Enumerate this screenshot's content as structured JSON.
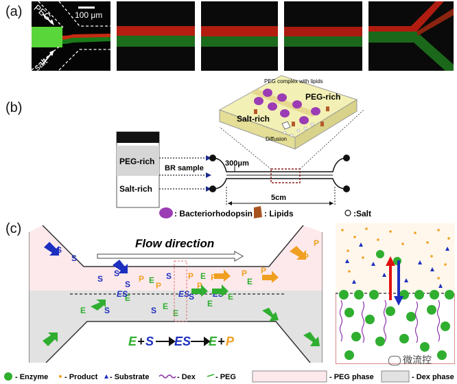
{
  "panel_a": {
    "label": "(a)",
    "scalebar": "100 μm",
    "inlet_top": "PEG",
    "inlet_bottom": "salt"
  },
  "panel_b": {
    "label": "(b)",
    "sample_top": "PEG-rich",
    "sample_bottom": "Salt-rich",
    "br_sample": "BR sample",
    "width_label": "300μm",
    "length_label": "5cm",
    "inset_complex": "PEG complex with lipids",
    "inset_peg": "PEG-rich",
    "inset_salt": "Salt-rich",
    "inset_diffusion": "Diffusion",
    "legend_br": ": Bacteriorhodopsin",
    "legend_lipids": ": Lipids",
    "legend_salt": ":Salt"
  },
  "panel_c": {
    "label": "(c)",
    "flow": "Flow direction",
    "eq_E1": "E",
    "eq_plus1": "+",
    "eq_S": "S",
    "eq_ES": "ES",
    "eq_E2": "E",
    "eq_plus2": "+",
    "eq_P": "P",
    "legend": {
      "enzyme": "- Enzyme",
      "product": "- Product",
      "substrate": "- Substrate",
      "dex": "- Dex",
      "peg": "- PEG",
      "peg_phase": "- PEG phase",
      "dex_phase": "- Dex phase"
    },
    "colors": {
      "enzyme": "#2fae2f",
      "substrate": "#1d2fbf",
      "product": "#f0a020",
      "dex": "#8a2fa8",
      "peg_phase": "#fde9ec",
      "dex_phase": "#e2e2e2"
    }
  },
  "watermark": "微流控"
}
